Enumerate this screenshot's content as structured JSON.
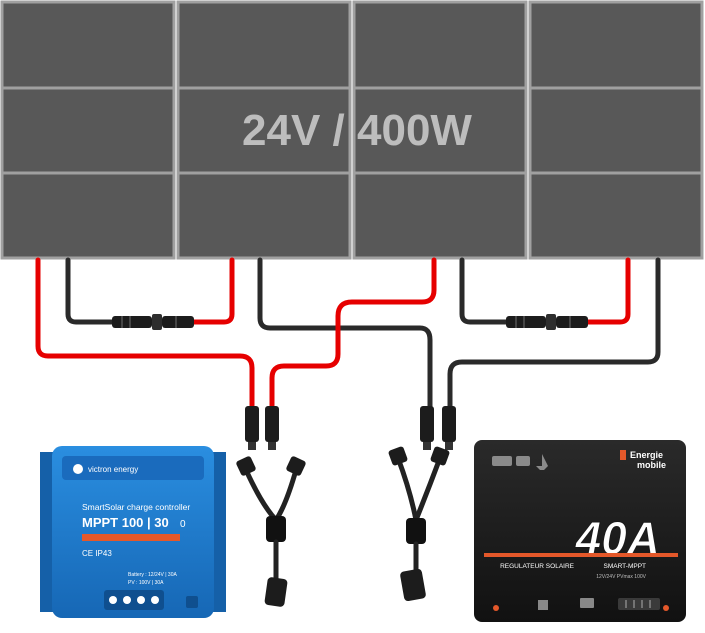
{
  "diagram": {
    "title": "24V / 400W",
    "colors": {
      "positive_wire": "#e60000",
      "negative_wire": "#2a2a2a",
      "panel_fill": "#555555",
      "panel_frame": "#9a9a9a",
      "victron_blue": "#1f78c8",
      "victron_orange": "#e4582a",
      "smart_mppt_body": "#1b1b1b",
      "smart_mppt_accent": "#e4582a"
    }
  },
  "panels": [
    {
      "id": "panel-1"
    },
    {
      "id": "panel-2"
    },
    {
      "id": "panel-3"
    },
    {
      "id": "panel-4"
    }
  ],
  "victron": {
    "brand": "victron energy",
    "subtitle": "SmartSolar charge controller",
    "model": "MPPT 100 | 30",
    "model_suffix": "0",
    "cert": "CE  IP43",
    "spec_line1": "Battery : 12/24V | 30A",
    "spec_line2": "PV  : 100V | 30A"
  },
  "energie": {
    "brand_line1": "Energie",
    "brand_line2": "mobile",
    "rating": "40A",
    "label": "REGULATEUR SOLAIRE",
    "model": "SMART-MPPT",
    "spec": "12V/24V  PVmax 100V"
  }
}
